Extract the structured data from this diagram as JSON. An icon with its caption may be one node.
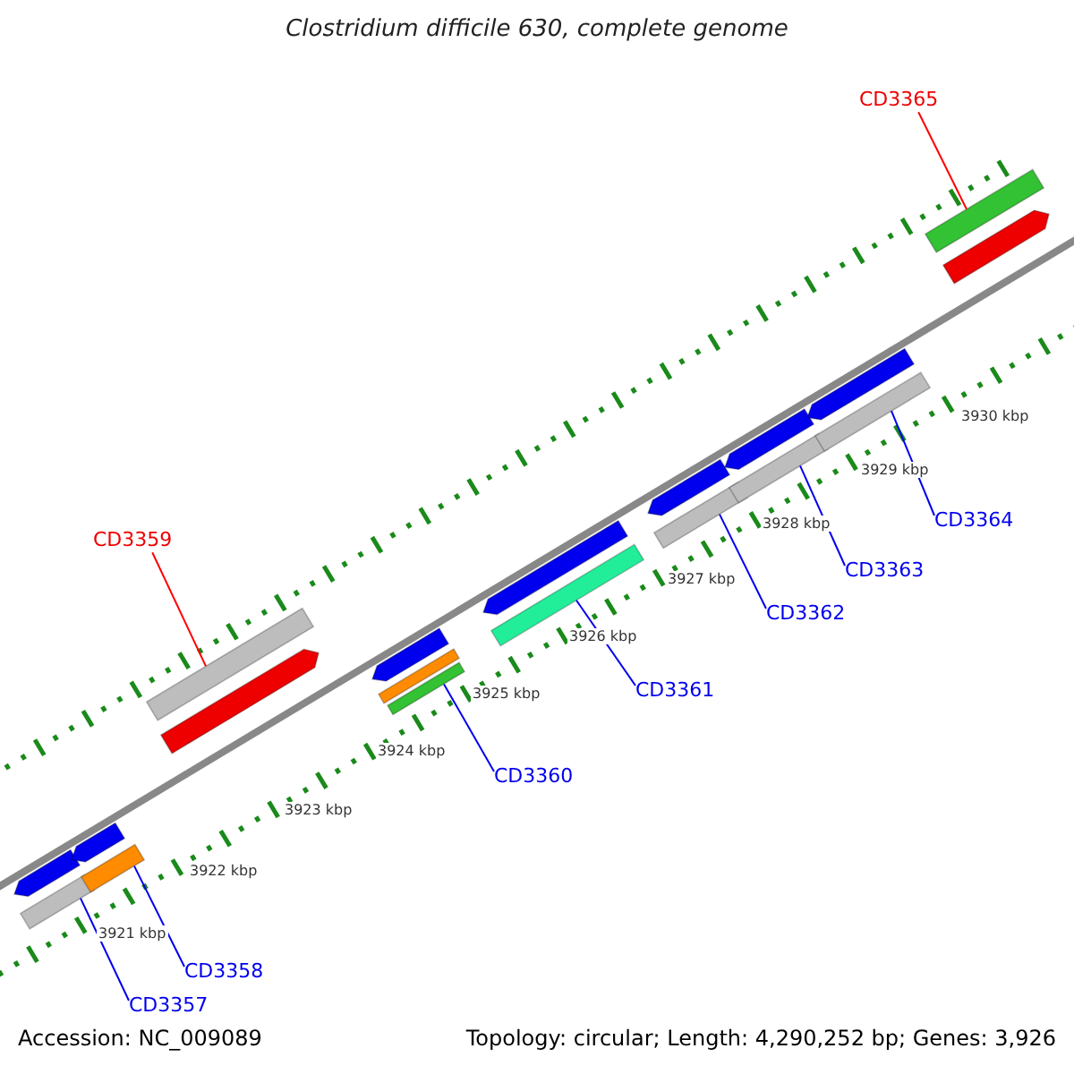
{
  "diagram": {
    "title": "Clostridium difficile 630, complete genome",
    "nodes": [
      {
        "text": [
          "CD3357"
        ]
      },
      {
        "text": [
          "CD3358"
        ]
      },
      {
        "text": [
          "CD3359"
        ]
      },
      {
        "text": [
          "CD3360"
        ]
      },
      {
        "text": [
          "CD3361"
        ]
      },
      {
        "text": [
          "CD3362"
        ]
      },
      {
        "text": [
          "CD3363"
        ]
      },
      {
        "text": [
          "CD3364"
        ]
      },
      {
        "text": [
          "CD3365"
        ]
      },
      {
        "text": [],
        "shape": "bar"
      },
      {
        "text": [],
        "shape": "bar"
      },
      {
        "text": [],
        "shape": "bar"
      },
      {
        "text": [],
        "shape": "bar"
      },
      {
        "text": [],
        "shape": "bar"
      },
      {
        "text": [],
        "shape": "bar"
      },
      {
        "text": [],
        "shape": "bar"
      },
      {
        "text": [],
        "shape": "bar"
      },
      {
        "text": [],
        "shape": "bar"
      },
      {
        "text": [],
        "shape": "bar"
      },
      {
        "text": [],
        "shape": "bar"
      },
      {
        "text": [],
        "shape": "bar"
      },
      {
        "text": [],
        "shape": "bar"
      },
      {
        "text": [],
        "shape": "bar"
      },
      {
        "text": [],
        "shape": "bar"
      },
      {
        "text": [],
        "shape": "bar"
      },
      {
        "text": [],
        "shape": "bar"
      },
      {
        "text": [],
        "shape": "bar"
      },
      {
        "text": [],
        "shape": "bar"
      }
    ],
    "edges": [
      {
        "from": 0,
        "to": 10,
        "arrow": "none"
      },
      {
        "from": 1,
        "to": 12,
        "arrow": "none"
      },
      {
        "from": 2,
        "to": 13,
        "arrow": "none",
        "color": "#ff0000"
      },
      {
        "from": 3,
        "to": 17,
        "arrow": "none"
      },
      {
        "from": 4,
        "to": 19,
        "arrow": "none"
      },
      {
        "from": 5,
        "to": 21,
        "arrow": "none"
      },
      {
        "from": 6,
        "to": 23,
        "arrow": "none"
      },
      {
        "from": 7,
        "to": 25,
        "arrow": "none"
      },
      {
        "from": 8,
        "to": 26,
        "arrow": "none",
        "color": "#ff0000"
      }
    ],
    "labels": [
      "3921 kbp",
      "3922 kbp",
      "3923 kbp",
      "3924 kbp",
      "3925 kbp",
      "3926 kbp",
      "3927 kbp",
      "3928 kbp",
      "3929 kbp",
      "3930 kbp",
      "Accession: NC_009089",
      "Topology: circular; Length: 4,290,252 bp; Genes: 3,926"
    ]
  }
}
